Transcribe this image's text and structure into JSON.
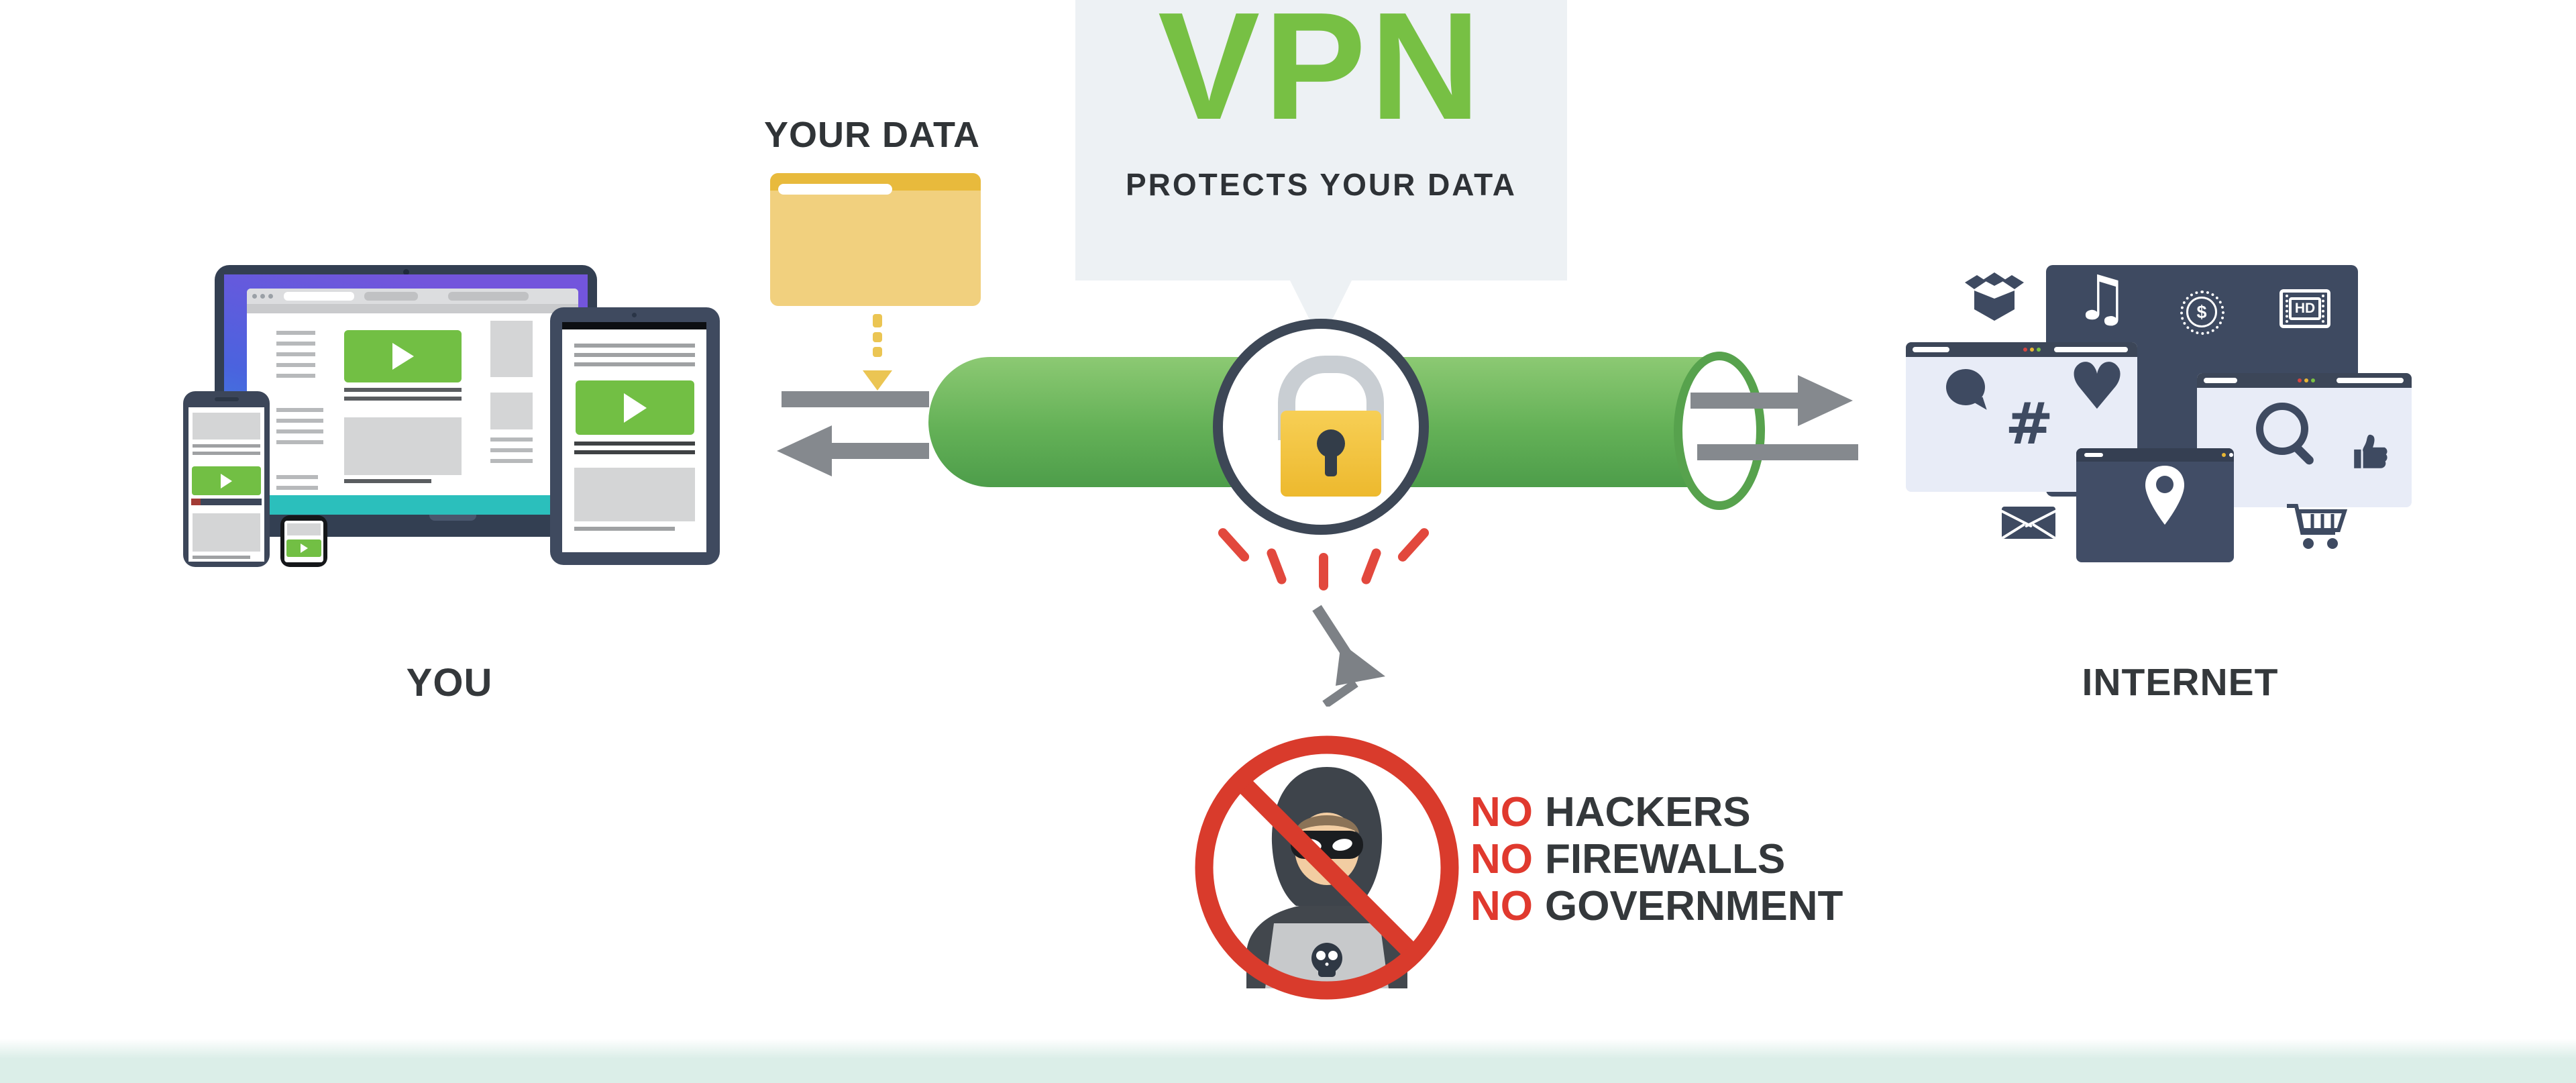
{
  "bubble": {
    "title": "VPN",
    "subtitle": "PROTECTS YOUR DATA"
  },
  "labels": {
    "your_data": "YOUR DATA",
    "you": "YOU",
    "internet": "INTERNET"
  },
  "blocked": [
    {
      "no": "NO",
      "what": "HACKERS"
    },
    {
      "no": "NO",
      "what": "FIREWALLS"
    },
    {
      "no": "NO",
      "what": "GOVERNMENT"
    }
  ],
  "icons": {
    "hd_label": "HD",
    "glyphs": {
      "music": "♫",
      "dollar": "$",
      "hash": "#",
      "heart": "♥"
    },
    "names": [
      "open-box-icon",
      "music-note-icon",
      "dollar-coin-icon",
      "hd-video-icon",
      "chat-bubble-icon",
      "hashtag-icon",
      "heart-icon",
      "search-icon",
      "thumbs-up-icon",
      "location-pin-icon",
      "envelope-icon",
      "shopping-cart-icon",
      "padlock-icon",
      "skull-icon",
      "folder-icon",
      "no-entry-icon",
      "play-icon"
    ]
  },
  "colors": {
    "accent_green": "#77c044",
    "tunnel_green_top": "#8cc973",
    "tunnel_green_bottom": "#4d9d4a",
    "navy": "#3e4a61",
    "red": "#e0392e",
    "lock_gold": "#f0c33c",
    "folder_yellow": "#f1d07e",
    "arrow_gray": "#85898e",
    "bubble_bg": "#edf1f4",
    "window_light": "#e8ecf7",
    "footer_teal": "#dbeee8",
    "text_dark": "#34383b"
  }
}
